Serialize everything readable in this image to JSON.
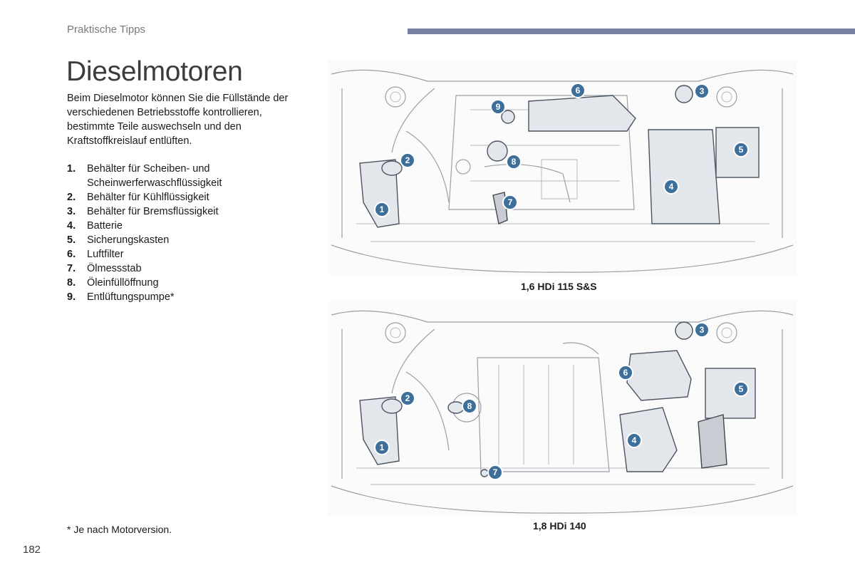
{
  "header": {
    "section": "Praktische Tipps"
  },
  "title": "Dieselmotoren",
  "intro": "Beim Dieselmotor können Sie die Füllstände der verschiedenen Betriebsstoffe kontrollieren, bestimmte Teile auswechseln und den Kraftstoffkreislauf entlüften.",
  "parts": [
    {
      "num": "1.",
      "label": "Behälter für Scheiben- und Scheinwerferwaschflüssigkeit"
    },
    {
      "num": "2.",
      "label": "Behälter für Kühlflüssigkeit"
    },
    {
      "num": "3.",
      "label": "Behälter für Bremsflüssigkeit"
    },
    {
      "num": "4.",
      "label": "Batterie"
    },
    {
      "num": "5.",
      "label": "Sicherungskasten"
    },
    {
      "num": "6.",
      "label": "Luftfilter"
    },
    {
      "num": "7.",
      "label": "Ölmessstab"
    },
    {
      "num": "8.",
      "label": "Öleinfüllöffnung"
    },
    {
      "num": "9.",
      "label": "Entlüftungspumpe*"
    }
  ],
  "figures": [
    {
      "caption": "1,6 HDi 115 S&S",
      "badges": [
        "1",
        "2",
        "3",
        "4",
        "5",
        "6",
        "7",
        "8",
        "9"
      ]
    },
    {
      "caption": "1,8 HDi 140",
      "badges": [
        "1",
        "2",
        "3",
        "4",
        "5",
        "6",
        "7",
        "8"
      ]
    }
  ],
  "footnote": "* Je nach Motorversion.",
  "page_number": "182",
  "colors": {
    "accent_bar": "#7a80a3",
    "badge": "#3d6f9a"
  }
}
